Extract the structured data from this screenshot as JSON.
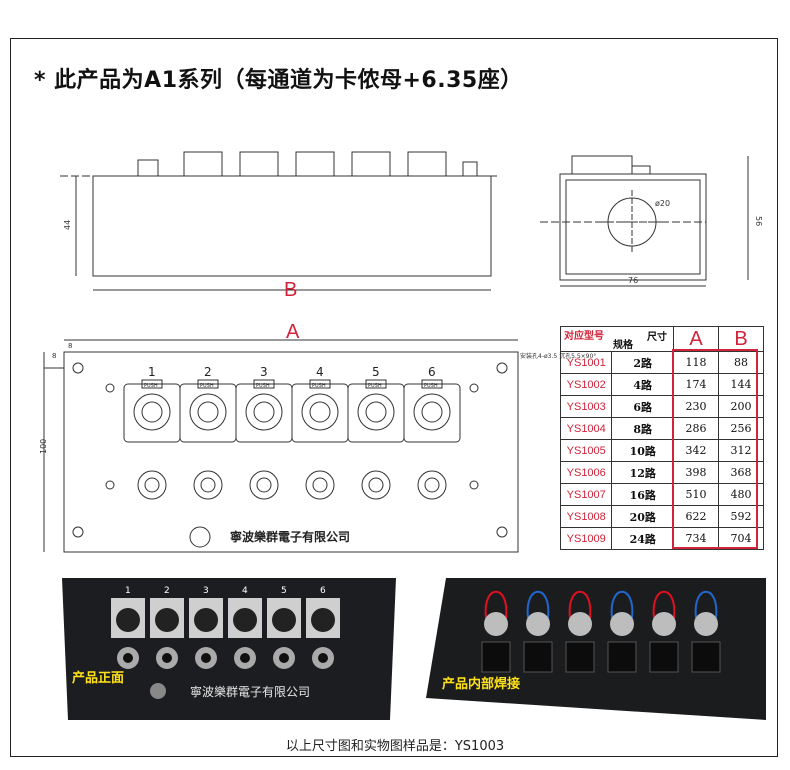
{
  "header": {
    "title": "* 此产品为A1系列（每通道为卡侬母+6.35座）"
  },
  "side_view": {
    "height_label": "44",
    "width_label": "B",
    "hole_label": "ø20",
    "depth_label": "76",
    "total_height_label": "56"
  },
  "front_view": {
    "width_label": "A",
    "offset_label": "8",
    "vert_offset_label": "8",
    "height_label": "100",
    "note": "安装孔4-ø3.5\n沉孔5.5×90°",
    "channel_numbers": [
      "1",
      "2",
      "3",
      "4",
      "5",
      "6"
    ],
    "push_label": "PUSH",
    "brand": "寧波樂群電子有限公司"
  },
  "spec_table": {
    "corner_top": "尺寸",
    "corner_bottom": "规格",
    "model_header": "对应型号",
    "col_a": "A",
    "col_b": "B",
    "rows": [
      {
        "model": "YS1001",
        "channels": "2路",
        "a": "118",
        "b": "88"
      },
      {
        "model": "YS1002",
        "channels": "4路",
        "a": "174",
        "b": "144"
      },
      {
        "model": "YS1003",
        "channels": "6路",
        "a": "230",
        "b": "200"
      },
      {
        "model": "YS1004",
        "channels": "8路",
        "a": "286",
        "b": "256"
      },
      {
        "model": "YS1005",
        "channels": "10路",
        "a": "342",
        "b": "312"
      },
      {
        "model": "YS1006",
        "channels": "12路",
        "a": "398",
        "b": "368"
      },
      {
        "model": "YS1007",
        "channels": "16路",
        "a": "510",
        "b": "480"
      },
      {
        "model": "YS1008",
        "channels": "20路",
        "a": "622",
        "b": "592"
      },
      {
        "model": "YS1009",
        "channels": "24路",
        "a": "734",
        "b": "704"
      }
    ]
  },
  "photos": {
    "front_label": "产品正面",
    "front_brand": "寧波樂群電子有限公司",
    "back_label": "产品内部焊接",
    "channel_numbers": [
      "1",
      "2",
      "3",
      "4",
      "5",
      "6"
    ]
  },
  "caption": "以上尺寸图和实物图样品是：YS1003",
  "colors": {
    "accent_red": "#d1233a",
    "label_yellow": "#ffe11a"
  }
}
